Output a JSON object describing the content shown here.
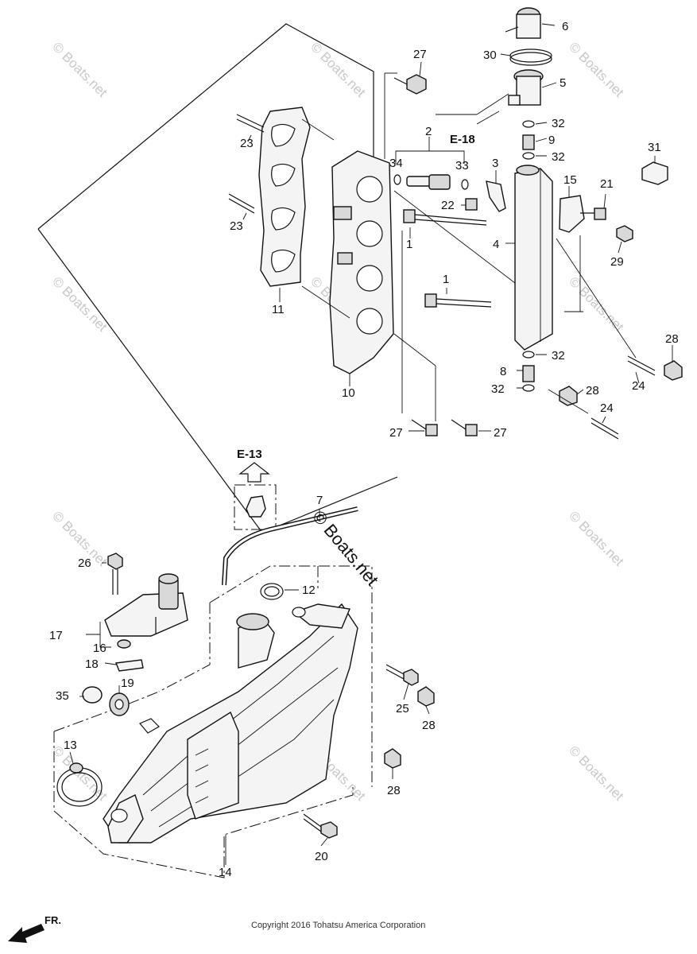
{
  "callouts": {
    "c1a": "1",
    "c1b": "1",
    "c2": "2",
    "c3": "3",
    "c4": "4",
    "c5": "5",
    "c6": "6",
    "c7": "7",
    "c8": "8",
    "c9": "9",
    "c10": "10",
    "c11": "11",
    "c12": "12",
    "c13": "13",
    "c14": "14",
    "c15": "15",
    "c16": "16",
    "c17": "17",
    "c18": "18",
    "c19": "19",
    "c20": "20",
    "c21": "21",
    "c22": "22",
    "c23a": "23",
    "c23b": "23",
    "c24a": "24",
    "c24b": "24",
    "c25": "25",
    "c26": "26",
    "c27a": "27",
    "c27b": "27",
    "c27c": "27",
    "c28a": "28",
    "c28b": "28",
    "c28c": "28",
    "c28d": "28",
    "c29": "29",
    "c30": "30",
    "c31": "31",
    "c32a": "32",
    "c32b": "32",
    "c32c": "32",
    "c32d": "32",
    "c33": "33",
    "c34": "34",
    "c35": "35"
  },
  "references": {
    "e18": "E-18",
    "e13": "E-13"
  },
  "watermark": {
    "text": "© Boats.net",
    "center_text": "© Boats.net"
  },
  "copyright": "Copyright 2016 Tohatsu America Corporation",
  "direction_label": "FR."
}
